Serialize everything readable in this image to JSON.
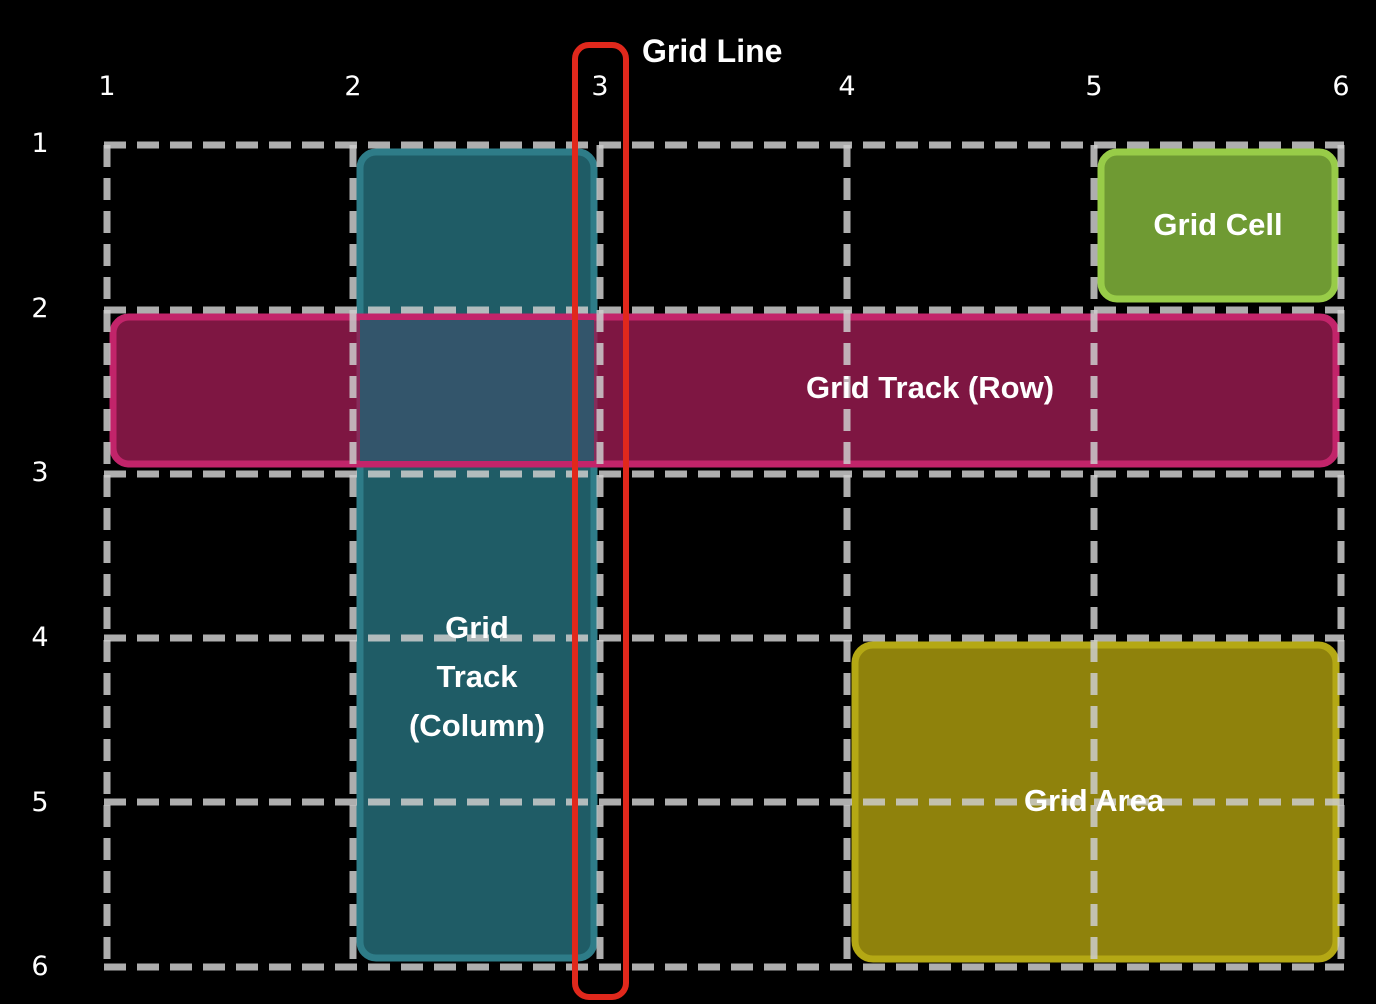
{
  "labels": {
    "grid_line": "Grid Line",
    "grid_cell": "Grid Cell",
    "grid_track_row": "Grid Track (Row)",
    "grid_track_column": [
      "Grid",
      "Track",
      "(Column)"
    ],
    "grid_area": "Grid Area"
  },
  "column_lines": [
    "1",
    "2",
    "3",
    "4",
    "5",
    "6"
  ],
  "row_lines": [
    "1",
    "2",
    "3",
    "4",
    "5",
    "6"
  ],
  "colors": {
    "background": "#000000",
    "grid_dash": "#cccccc",
    "column_track": "#1f5c66",
    "column_track_border": "#2e7c88",
    "row_track": "#9a1b50",
    "row_track_border": "#c2246a",
    "cell": "#6f9a33",
    "cell_border": "#98cc48",
    "area": "#8f820c",
    "area_border": "#b4a814",
    "grid_line_highlight": "#e0281c",
    "text": "#ffffff"
  }
}
